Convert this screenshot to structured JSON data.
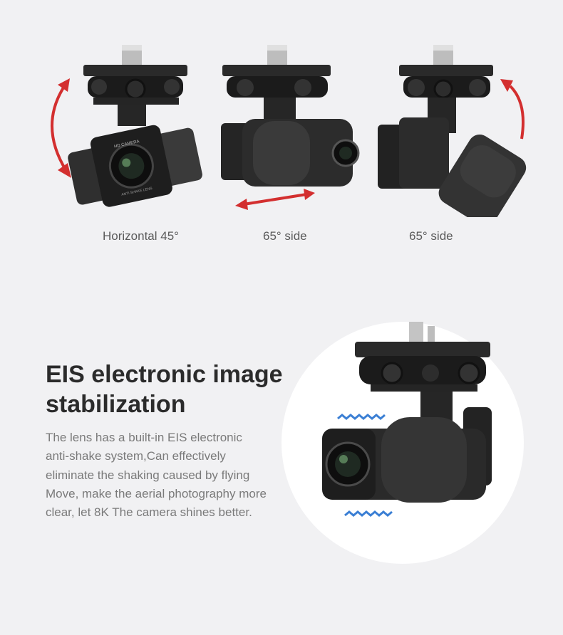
{
  "captions": {
    "horizontal": "Horizontal 45°",
    "side_a": "65° side",
    "side_b": "65° side"
  },
  "feature": {
    "title_line1": "EIS electronic image",
    "title_line2": "stabilization",
    "description_lines": [
      "The lens has a built-in EIS electronic",
      "anti-shake system,Can effectively",
      "eliminate the shaking caused by flying",
      "Move, make the aerial photography more",
      "clear, let 8K The camera shines better."
    ]
  },
  "lens_print": {
    "top": "HD CAMERA",
    "bottom": "ANTI SHAKE LENS"
  },
  "colors": {
    "background": "#f1f1f3",
    "arrow": "#d32f2f",
    "wave": "#3b7fd4",
    "gimbal_dark": "#1e1e1e",
    "gimbal_mid": "#2e2e2e"
  },
  "icons": [
    "rotation-arrow-icon",
    "horizontal-arrow-icon",
    "vibration-wave-icon"
  ]
}
